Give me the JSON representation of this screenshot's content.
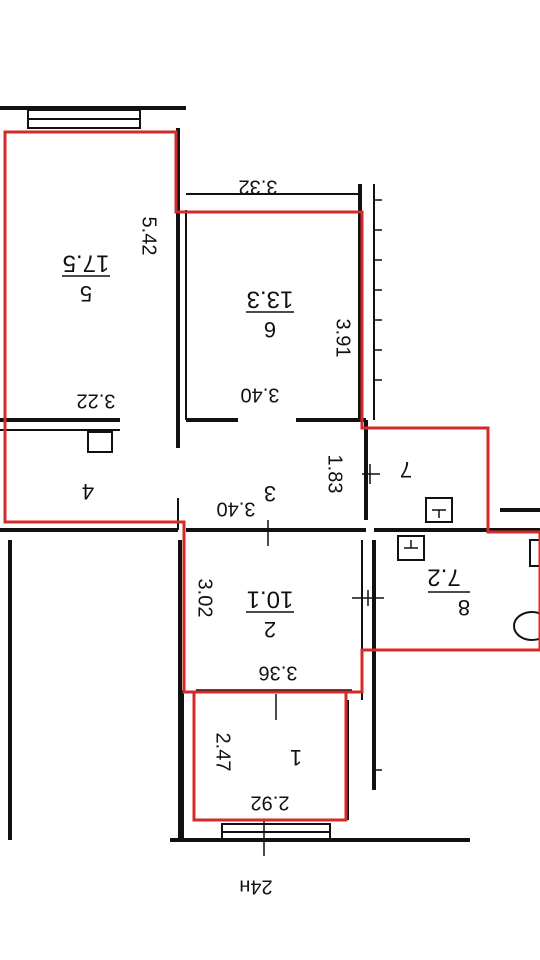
{
  "colors": {
    "outline": "#d42a2a",
    "walls": "#111111",
    "floor_label": "#d42a6a",
    "background": "#ffffff"
  },
  "floor_label": "24н",
  "rooms": [
    {
      "id": "1",
      "number": "1"
    },
    {
      "id": "2",
      "number": "2",
      "area": "10.1"
    },
    {
      "id": "3",
      "number": "3"
    },
    {
      "id": "4",
      "number": "4"
    },
    {
      "id": "5",
      "number": "5",
      "area": "17.5"
    },
    {
      "id": "6",
      "number": "6",
      "area": "13.3"
    },
    {
      "id": "7",
      "number": "7"
    },
    {
      "id": "8",
      "number": "8",
      "area": "7.2"
    }
  ],
  "dimensions": {
    "d542": "5.42",
    "d332": "3.32",
    "d391": "3.91",
    "d322": "3.22",
    "d340a": "3.40",
    "d183": "1.83",
    "d340b": "3.40",
    "d302": "3.02",
    "d336": "3.36",
    "d247": "2.47",
    "d292": "2.92"
  }
}
